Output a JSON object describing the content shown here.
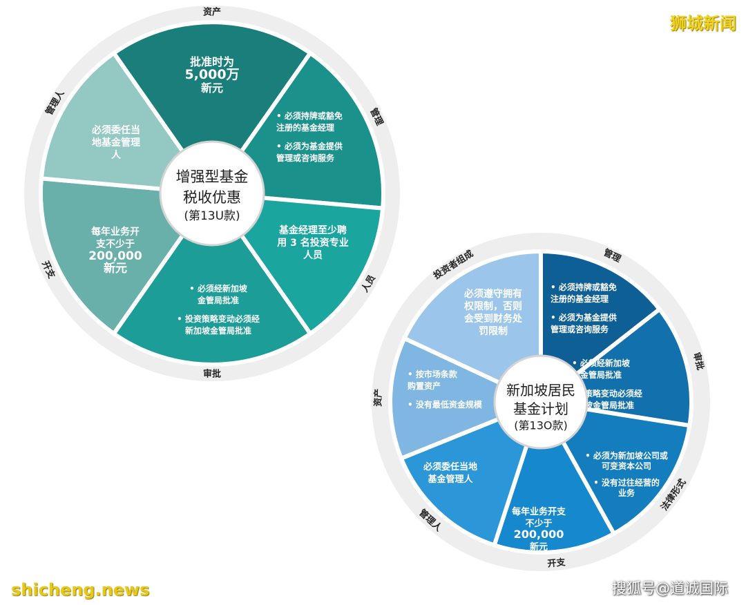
{
  "watermarks": {
    "top_right": "狮城新闻",
    "bottom_left": "shicheng.news",
    "bottom_right": "搜狐号@道诚国际"
  },
  "wheel_13u": {
    "center": [
      "增强型基金",
      "税收优惠",
      "(第13U款)"
    ],
    "colors": {
      "ring": "#eeeeee",
      "hub_border": "#d4d4d4"
    },
    "segments": [
      {
        "label": "资产",
        "color": "#1a7f7a",
        "text": [
          "批准时为",
          "5,000万",
          "新元"
        ]
      },
      {
        "label": "管理",
        "color": "#1b918c",
        "text": [
          "• 必须持牌或豁免",
          "注册的基金经理",
          "",
          "• 必须为基金提供",
          "管理或咨询服务"
        ]
      },
      {
        "label": "人员",
        "color": "#1aa59f",
        "text": [
          "基金经理至少聘",
          "用 3 名投资专业",
          "人员"
        ]
      },
      {
        "label": "审批",
        "color": "#1c9d97",
        "text": [
          "• 必须经新加坡",
          "金管局批准",
          "",
          "• 投资策略变动必须经",
          "新加坡金管局批准"
        ]
      },
      {
        "label": "开支",
        "color": "#69b0aa",
        "text": [
          "每年业务开",
          "支不少于",
          "200,000",
          "新元"
        ]
      },
      {
        "label": "管理人",
        "color": "#93c8c3",
        "text": [
          "必须委任当",
          "地基金管理",
          "人"
        ]
      }
    ]
  },
  "wheel_13o": {
    "center": [
      "新加坡居民",
      "基金计划",
      "(第13O款)"
    ],
    "colors": {
      "ring": "#eeeeee",
      "hub_border": "#d4d4d4"
    },
    "segments": [
      {
        "label": "管理",
        "color": "#0e5f96",
        "text": [
          "• 必须持牌或豁免",
          "注册的基金经理",
          "",
          "• 必须为基金提供",
          "管理或咨询服务"
        ]
      },
      {
        "label": "审批",
        "color": "#1270ac",
        "text": [
          "• 必须经新加坡",
          "金管局批准",
          "",
          "• 投资策略变动必须经",
          "新加坡金管局批准"
        ]
      },
      {
        "label": "法律形式",
        "color": "#137dbd",
        "text": [
          "• 必须为新加坡公司或",
          "可变资本公司",
          "",
          "• 没有过往经营的",
          "业务"
        ]
      },
      {
        "label": "开支",
        "color": "#1688cd",
        "text": [
          "每年业务开支",
          "不少于",
          "200,000",
          "新元"
        ]
      },
      {
        "label": "管理人",
        "color": "#2c97d8",
        "text": [
          "必须委任当地",
          "基金管理人"
        ]
      },
      {
        "label": "资产",
        "color": "#7fb6e2",
        "text": [
          "• 按市场条款",
          "购置资产",
          "",
          "• 没有最低资金规模"
        ]
      },
      {
        "label": "投资者组成",
        "color": "#9bc5ea",
        "text": [
          "必须遵守拥有",
          "权限制，否则",
          "会受到财务处",
          "罚限制"
        ]
      }
    ]
  }
}
